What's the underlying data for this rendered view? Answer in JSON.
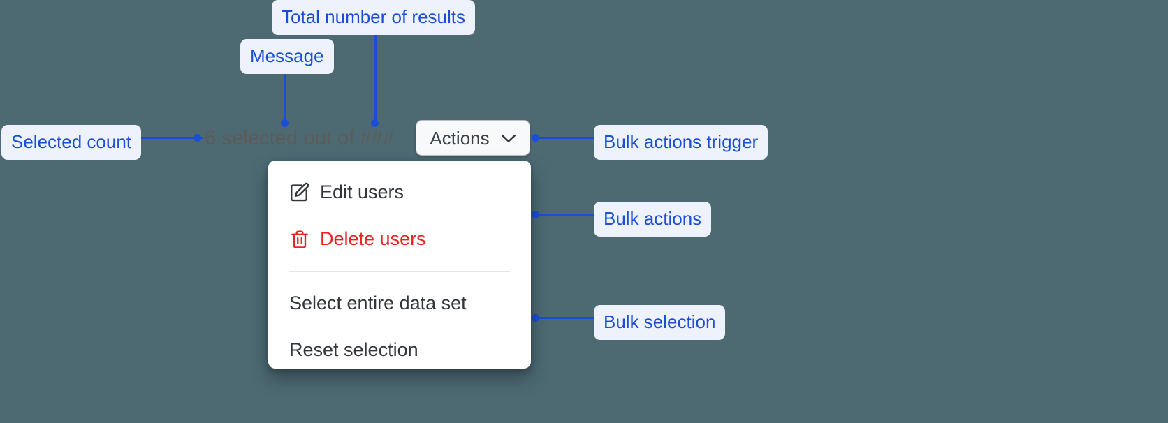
{
  "canvas": {
    "background_color": "#4d6a73",
    "accent_color": "#1a4ed8",
    "callout_bg_color": "#eef2fd",
    "danger_color": "#ee2222"
  },
  "annotations": [
    {
      "id": "total-results",
      "label": "Total number of results"
    },
    {
      "id": "message",
      "label": "Message"
    },
    {
      "id": "selected-count",
      "label": "Selected count"
    },
    {
      "id": "bulk-trigger",
      "label": "Bulk actions trigger"
    },
    {
      "id": "bulk-actions",
      "label": "Bulk actions"
    },
    {
      "id": "bulk-selection",
      "label": "Bulk selection"
    }
  ],
  "widget": {
    "selection_status": {
      "full_text": "6 selected out of ###",
      "selected_count": "6",
      "message": "selected out of",
      "total_results": "###"
    },
    "actions_button": {
      "label": "Actions",
      "icon": "chevron-down-icon",
      "expanded": true
    },
    "menu": {
      "bulk_actions": [
        {
          "label": "Edit users",
          "icon": "edit-pencil-square-icon",
          "variant": "default"
        },
        {
          "label": "Delete users",
          "icon": "trash-icon",
          "variant": "danger"
        }
      ],
      "bulk_selection": [
        {
          "label": "Select entire data set"
        },
        {
          "label": "Reset selection"
        }
      ]
    }
  }
}
